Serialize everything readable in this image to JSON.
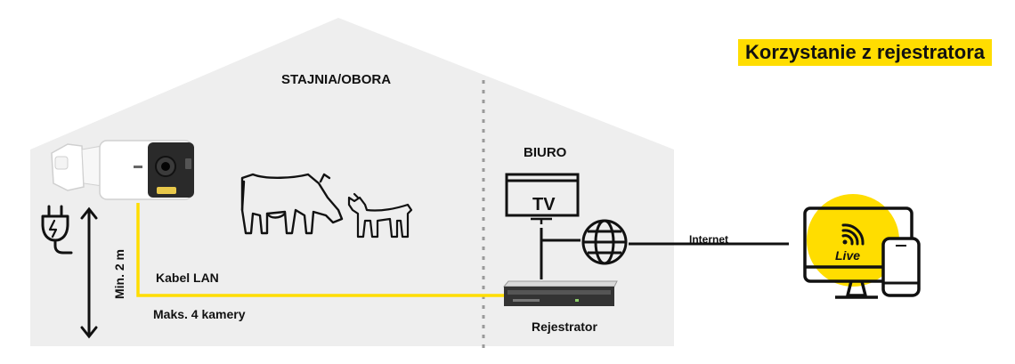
{
  "title": "Korzystanie z rejestratora",
  "building": {
    "barn_label": "STAJNIA/OBORA",
    "office_label": "BIURO"
  },
  "labels": {
    "tv": "TV",
    "internet": "Internet",
    "recorder": "Rejestrator",
    "cable": "Kabel LAN",
    "max_cameras": "Maks. 4 kamery",
    "min_height": "Min. 2 m",
    "live": "Live"
  },
  "colors": {
    "house": "#eeeeee",
    "accent": "#ffdd00",
    "line": "#111111",
    "divider": "#9a9a9a"
  }
}
